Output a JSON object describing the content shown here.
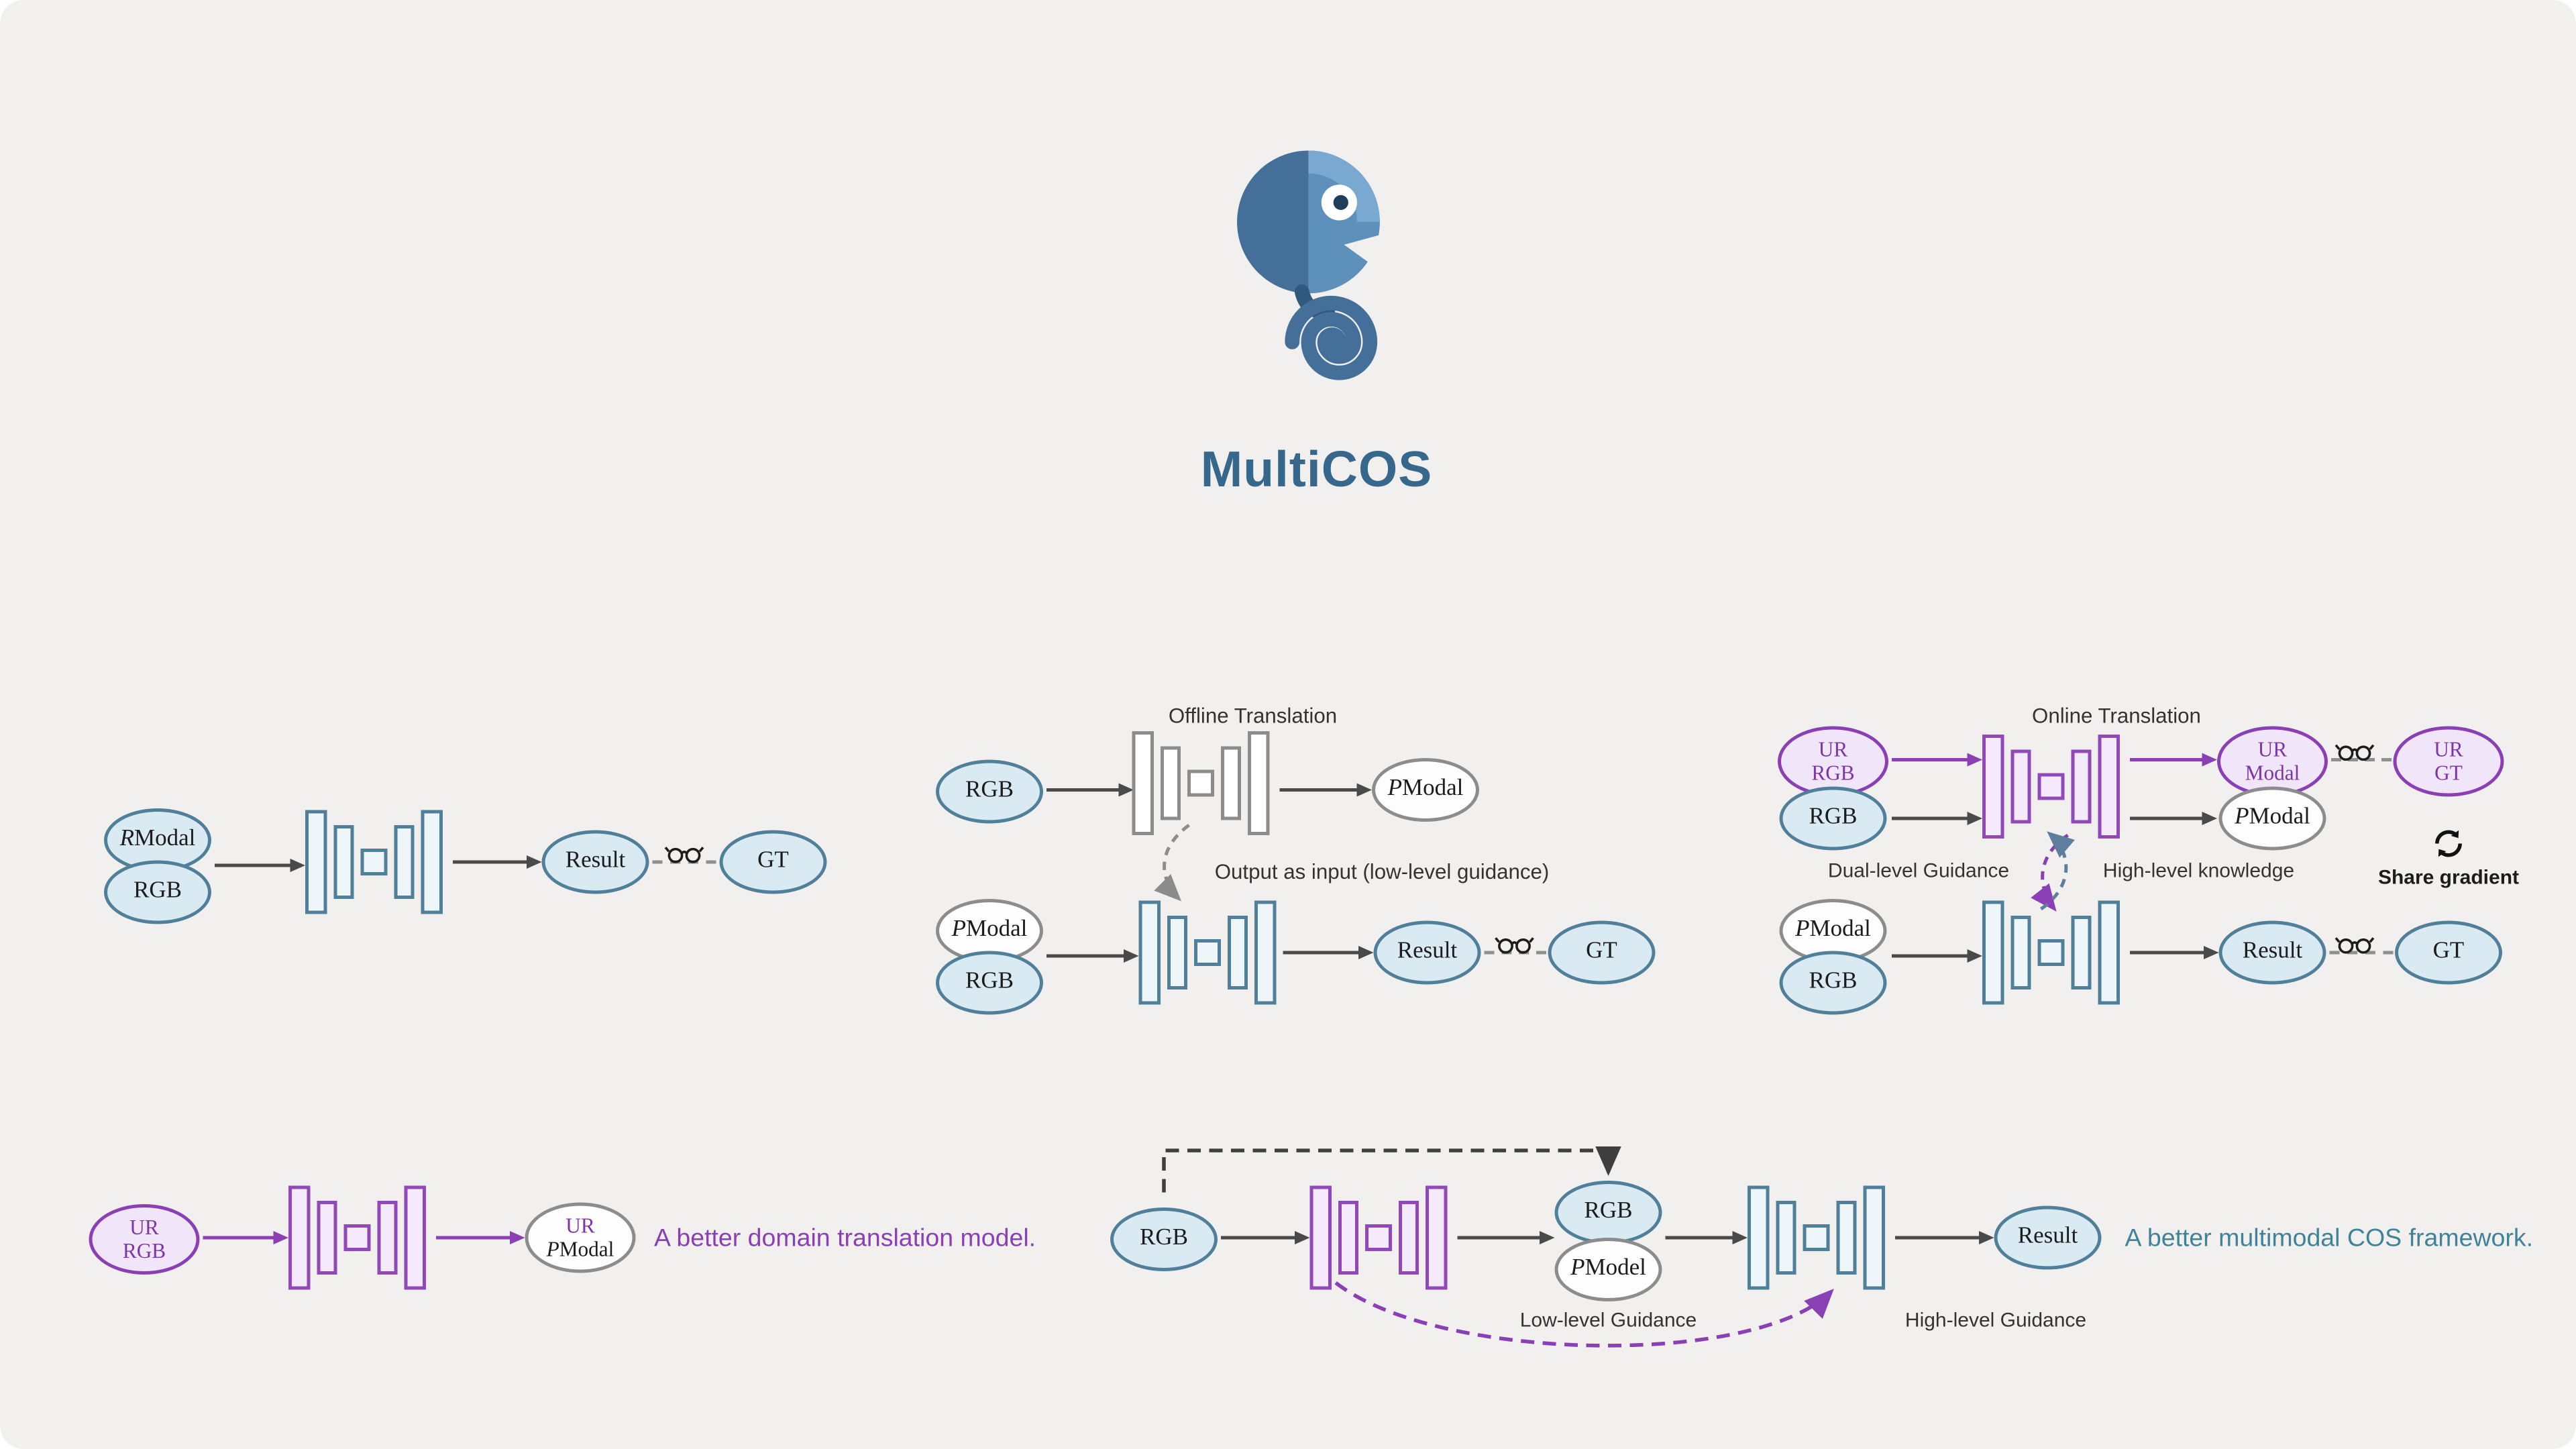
{
  "title": "MultiCOS",
  "icons": {
    "logo": "chameleon-logo",
    "compare": "glasses-icon",
    "share": "share-gradient-icon"
  },
  "colors": {
    "background": "#f1f0ee",
    "teal_stroke": "#4f7f99",
    "teal_fill": "#d9eaf3",
    "purple_stroke": "#8a3fb5",
    "purple_fill": "#f1e6f9",
    "gray_stroke": "#8c8c8c",
    "title_text": "#35688c",
    "caption_purple": "#8a3fb5",
    "caption_teal": "#3f8399"
  },
  "d1": {
    "rmodal_it": "R",
    "rmodal_rest": "Modal",
    "rgb": "RGB",
    "result": "Result",
    "gt": "GT"
  },
  "d2": {
    "title": "Offline Translation",
    "rgb_in": "RGB",
    "pmodal_out_it": "P",
    "pmodal_out_rest": "Modal",
    "note": "Output as input  (low-level guidance)",
    "pmodal_it": "P",
    "pmodal_rest": "Modal",
    "rgb": "RGB",
    "result": "Result",
    "gt": "GT"
  },
  "d3": {
    "title": "Online Translation",
    "ur_rgb_l1": "UR",
    "ur_rgb_l2": "RGB",
    "rgb_in": "RGB",
    "ur_modal_l1": "UR",
    "ur_modal_l2": "Modal",
    "pmodal_out_it": "P",
    "pmodal_out_rest": "Modal",
    "ur_gt_l1": "UR",
    "ur_gt_l2": "GT",
    "dual_label": "Dual-level Guidance",
    "high_label": "High-level knowledge",
    "share_label": "Share gradient",
    "pmodal_it": "P",
    "pmodal_rest": "Modal",
    "rgb": "RGB",
    "result": "Result",
    "gt": "GT"
  },
  "d4": {
    "ur_rgb_l1": "UR",
    "ur_rgb_l2": "RGB",
    "out_l1": "UR",
    "out_l2_it": "P",
    "out_l2_rest": "Modal",
    "caption": "A better domain translation model."
  },
  "d5": {
    "rgb_in": "RGB",
    "rgb_mid": "RGB",
    "pmodel_it": "P",
    "pmodel_rest": "Model",
    "result": "Result",
    "low_label": "Low-level Guidance",
    "high_label": "High-level Guidance",
    "caption": "A better multimodal COS framework."
  }
}
